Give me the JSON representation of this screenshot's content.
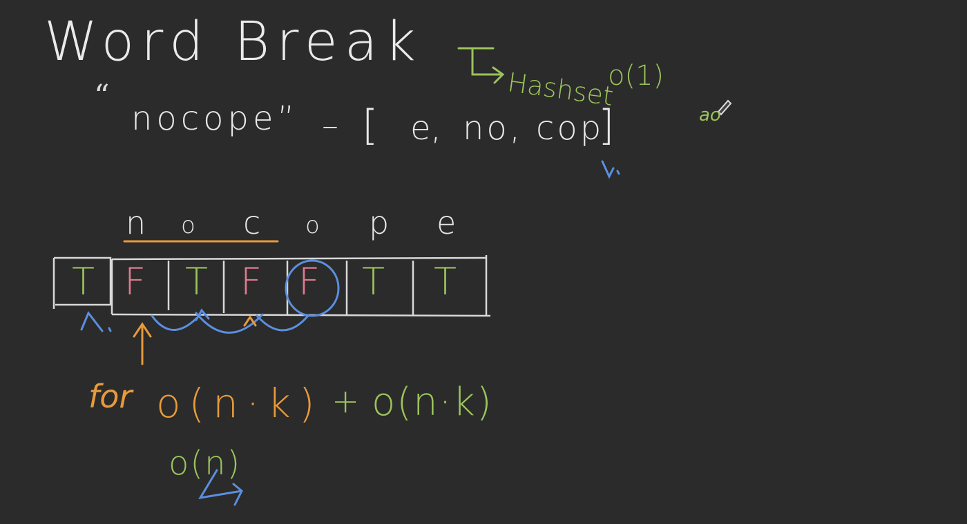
{
  "title": "Word Break",
  "input": {
    "quote_open": "“",
    "word": "nocope”",
    "dash": "–",
    "bracket_open": "[",
    "bracket_close": "]",
    "dictionary": [
      "e,",
      "no,",
      "cop"
    ]
  },
  "notes": {
    "hashset": "Hashset",
    "lookup_cost": "o(1)",
    "side_note": "ao"
  },
  "letters": [
    "n",
    "o",
    "c",
    "o",
    "p",
    "e"
  ],
  "dp_cells": [
    "T",
    "F",
    "T",
    "F",
    "F",
    "T",
    "T"
  ],
  "complexity": {
    "loop": "for",
    "outer": "o(n·k)",
    "plus": "+",
    "inner": "o(n·k)",
    "space": "o(n)"
  },
  "colors": {
    "background": "#2b2b2b",
    "chalk": "#e8e8e8",
    "green": "#9bc35b",
    "pink": "#e07b8f",
    "orange": "#e89a3b",
    "blue": "#5b8fe0"
  }
}
